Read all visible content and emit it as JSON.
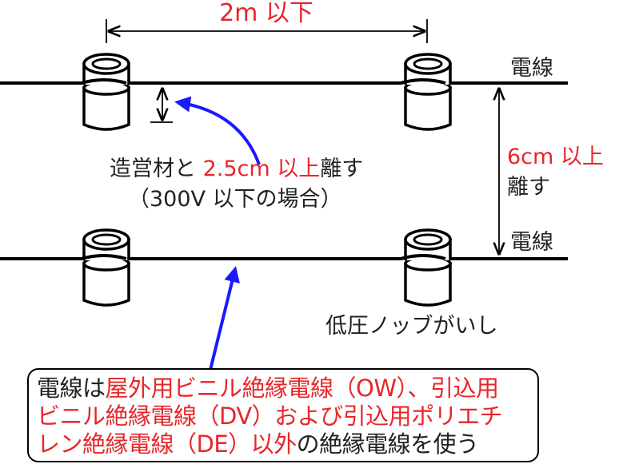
{
  "labels": {
    "spacing": "2m 以下",
    "wire_top": "電線",
    "wire_bottom": "電線",
    "clearance_a": "造営材と ",
    "clearance_b": "2.5cm 以上",
    "clearance_c": "離す",
    "clearance_note": "（300V 以下の場合）",
    "gap_a": "6cm 以上",
    "gap_b": "離す",
    "insulator": "低圧ノッブがいし"
  },
  "note": {
    "line1_a": "電線は",
    "line1_b": "屋外用ビニル絶縁電線（OW）、引込用",
    "line2": "ビニル絶縁電線（DV）および引込用ポリエチ",
    "line3_a": "レン絶縁電線（DE）以外",
    "line3_b": "の絶縁電線を使う"
  },
  "colors": {
    "red": "#e8262a",
    "blue": "#1a1aff",
    "ink": "#222222"
  }
}
